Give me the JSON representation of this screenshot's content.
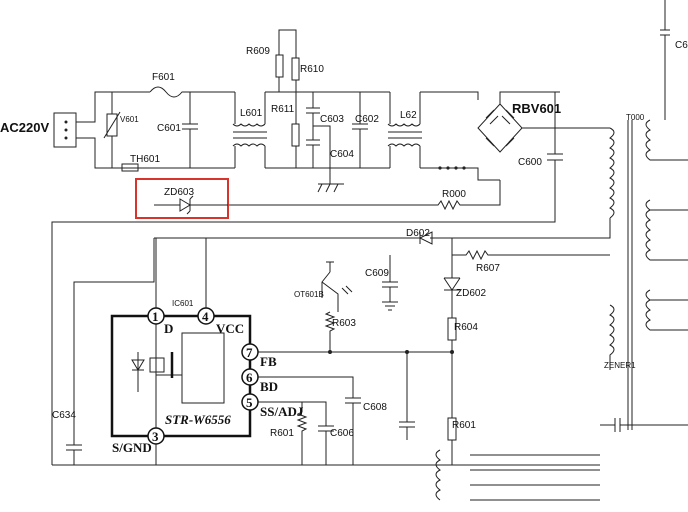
{
  "title": "",
  "labels": {
    "ac_input": "AC220V",
    "fuse": "F601",
    "varistor": "V601",
    "thermistor": "TH601",
    "cap_c601": "C601",
    "choke_l601": "L601",
    "res_r609": "R609",
    "res_r610": "R610",
    "res_r611": "R611",
    "cap_c603": "C603",
    "cap_c602": "C602",
    "cap_c604": "C604",
    "choke_l62": "L62",
    "bridge": "RBV601",
    "transformer": "T000",
    "cap_c600": "C600",
    "cap_c6_edge": "C6",
    "zener_zd603": "ZD603",
    "res_r000": "R000",
    "diode_d602": "D602",
    "res_r607": "R607",
    "cap_c609": "C609",
    "opto": "OT601B",
    "zener_zd602": "ZD602",
    "res_r603": "R603",
    "res_r604": "R604",
    "ic_ref": "IC601",
    "ic_part": "STR-W6556",
    "pin1_label": "D",
    "pin4_label": "VCC",
    "pin7_label": "FB",
    "pin6_label": "BD",
    "pin5_label": "SS/ADJ",
    "pin3_label": "S/GND",
    "res_r601a": "R601",
    "res_r601b": "R601",
    "cap_c606": "C606",
    "cap_c608": "C608",
    "cap_c634": "C634",
    "zener_text": "ZENER1"
  },
  "pins": {
    "p1": "1",
    "p4": "4",
    "p7": "7",
    "p6": "6",
    "p5": "5",
    "p3": "3"
  },
  "colors": {
    "wire": "#222222",
    "highlight": "#d9342b",
    "background": "#ffffff"
  }
}
